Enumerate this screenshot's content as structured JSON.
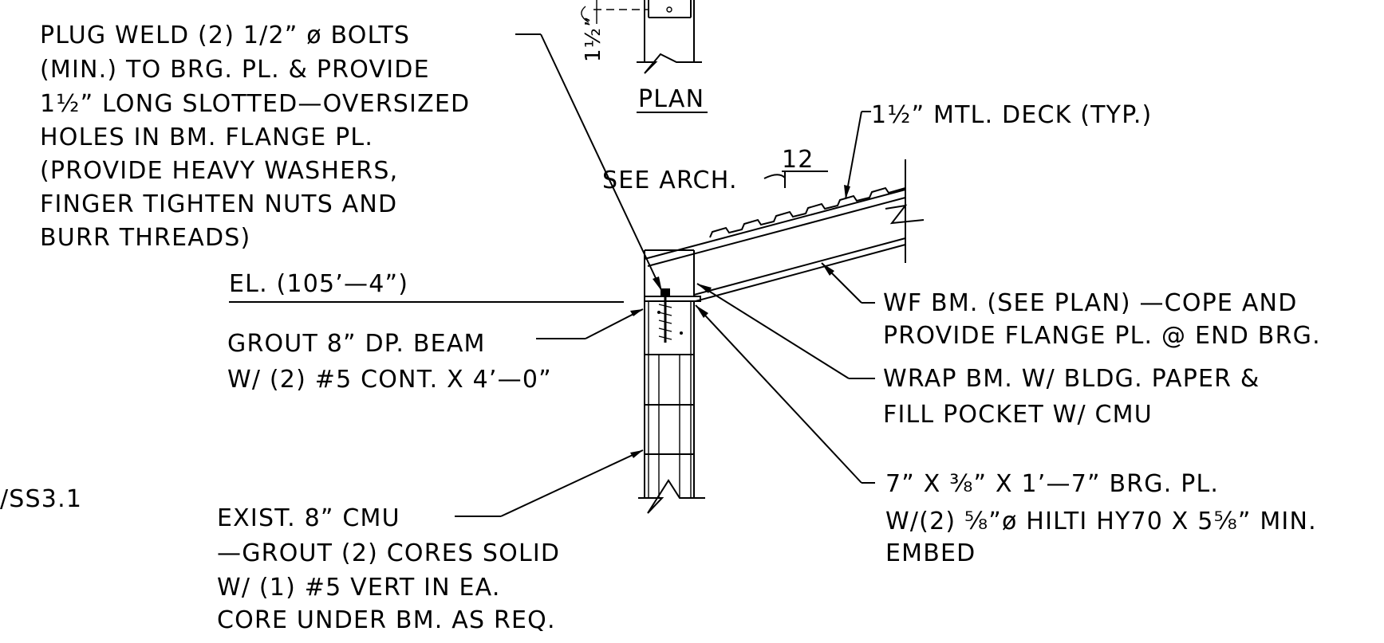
{
  "colors": {
    "ink": "#000000",
    "paper": "#ffffff"
  },
  "notes": {
    "plug_weld": [
      "PLUG WELD (2) 1/2” ø BOLTS",
      "(MIN.) TO BRG. PL. & PROVIDE",
      "1½” LONG SLOTTED—OVERSIZED",
      "HOLES IN BM. FLANGE PL.",
      "(PROVIDE HEAVY WASHERS,",
      "FINGER TIGHTEN NUTS AND",
      "BURR THREADS)"
    ],
    "plan_label": "PLAN",
    "plan_dim": "1½”",
    "deck": "1½” MTL. DECK (TYP.)",
    "see_arch": "SEE ARCH.",
    "slope": "12",
    "elevation": "EL. (105’—4”)",
    "grout_beam": [
      "GROUT 8” DP. BEAM",
      "W/ (2) #5 CONT. X 4’—0”"
    ],
    "wf_beam": [
      "WF BM. (SEE PLAN) —COPE AND",
      "PROVIDE FLANGE PL. @ END BRG."
    ],
    "wrap": [
      "WRAP BM. W/ BLDG. PAPER &",
      "FILL POCKET W/ CMU"
    ],
    "brg_plate": [
      "7” X ⅜” X 1’—7” BRG. PL.",
      "W/(2) ⅝”ø HILTI HY70 X 5⅝” MIN.",
      "EMBED"
    ],
    "sheet_ref": "/SS3.1",
    "cmu": [
      "EXIST. 8” CMU",
      "—GROUT (2) CORES SOLID",
      "W/ (1) #5 VERT IN EA.",
      "CORE UNDER BM. AS REQ."
    ]
  }
}
